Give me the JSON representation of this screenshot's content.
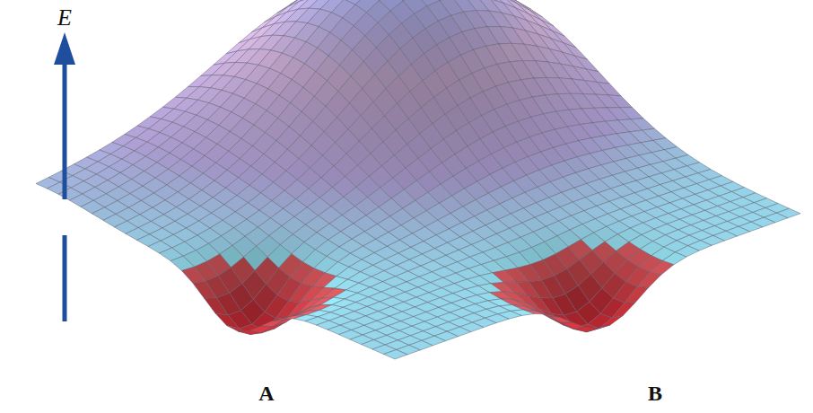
{
  "diagram": {
    "labels": [
      "E",
      "A",
      "B"
    ]
  }
}
